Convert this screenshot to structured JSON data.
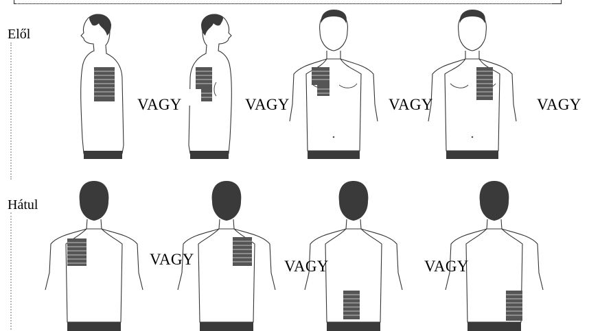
{
  "labels": {
    "front": "Elől",
    "back": "Hátul",
    "or_word": "VAGY"
  },
  "figures": {
    "front": [
      "side-view-right",
      "side-view-left",
      "front-view-pad-right-chest",
      "front-view-pad-left-chest"
    ],
    "back": [
      "back-view-pad-left-upper",
      "back-view-pad-right-upper",
      "back-view-pad-center-lower",
      "back-view-pad-right-lower"
    ]
  },
  "colors": {
    "figure_fill": "#ffffff",
    "outline": "#333333",
    "hair_and_belt": "#3a3a3a",
    "sensor_pad": "#555555"
  }
}
